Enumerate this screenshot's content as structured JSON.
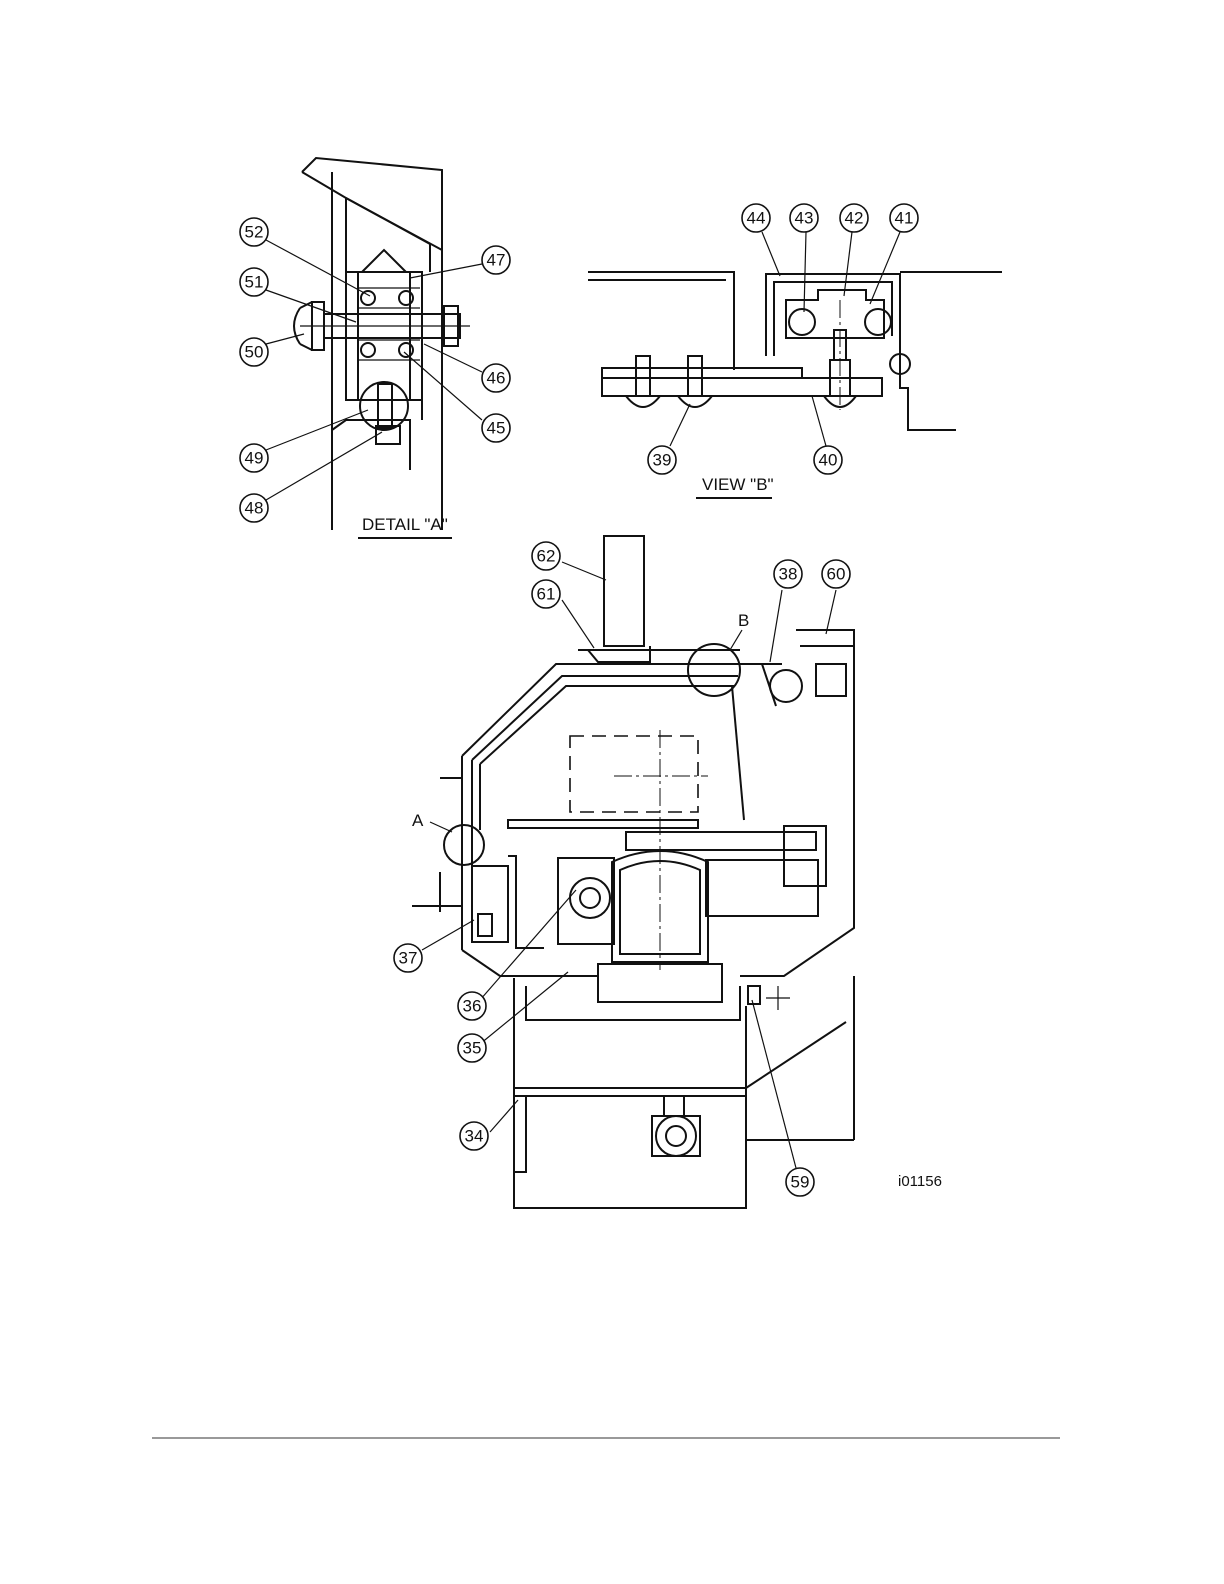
{
  "detail_a": {
    "title": "DETAIL \"A\"",
    "balloons": [
      "52",
      "51",
      "50",
      "49",
      "48",
      "47",
      "46",
      "45"
    ]
  },
  "view_b": {
    "title": "VIEW \"B\"",
    "balloons": [
      "44",
      "43",
      "42",
      "41",
      "39",
      "40"
    ]
  },
  "main_view": {
    "balloons": [
      "62",
      "61",
      "38",
      "60",
      "37",
      "36",
      "35",
      "34",
      "59"
    ],
    "callout_a": "A",
    "callout_b": "B"
  },
  "figure_ref": "i01156"
}
